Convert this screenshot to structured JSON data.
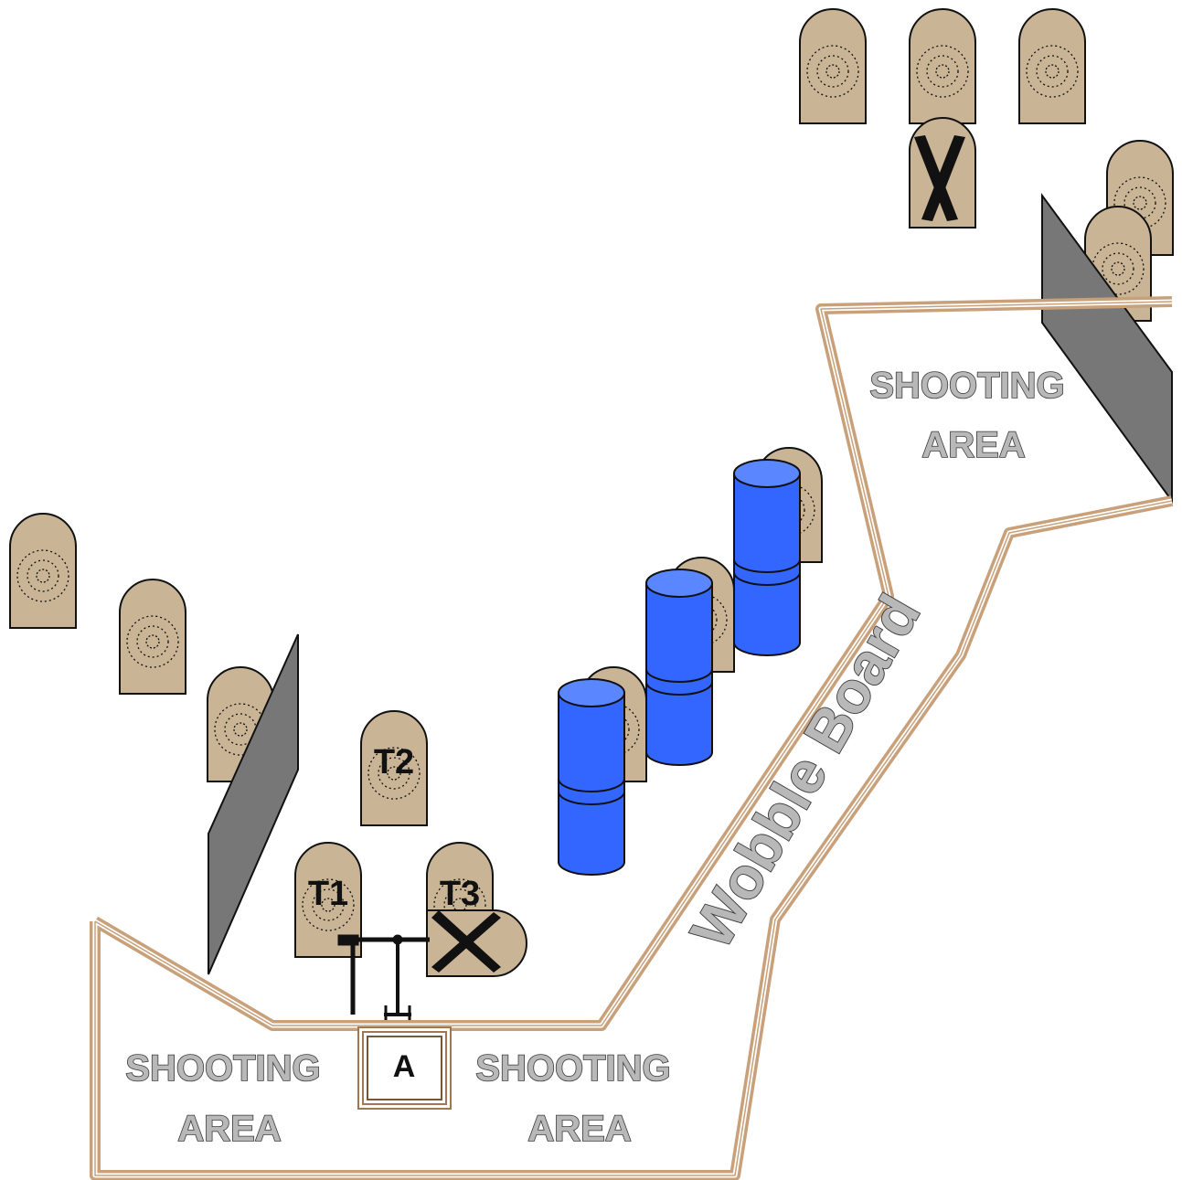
{
  "colors": {
    "target_fill": "#c9b496",
    "target_stroke": "#111111",
    "barrel_blue": "#3366ff",
    "barrel_top": "#5a86ff",
    "wall_gray": "#777777",
    "fault_line": "#c8a07a",
    "area_text_fill": "#b8b8b8"
  },
  "labels": {
    "shooting_area_1": "SHOOTING",
    "shooting_area_1b": "AREA",
    "shooting_area_2": "SHOOTING",
    "shooting_area_2b": "AREA",
    "shooting_area_3": "SHOOTING",
    "shooting_area_3b": "AREA",
    "wobble_board": "Wobble Board",
    "start_box": "A",
    "t1": "T1",
    "t2": "T2",
    "t3": "T3"
  },
  "icons": {
    "paper_target": "paper-target-icon",
    "no_shoot_target": "no-shoot-target-icon",
    "barrel": "barrel-icon",
    "hard_cover_wall": "wall-icon",
    "activator": "activator-icon"
  }
}
